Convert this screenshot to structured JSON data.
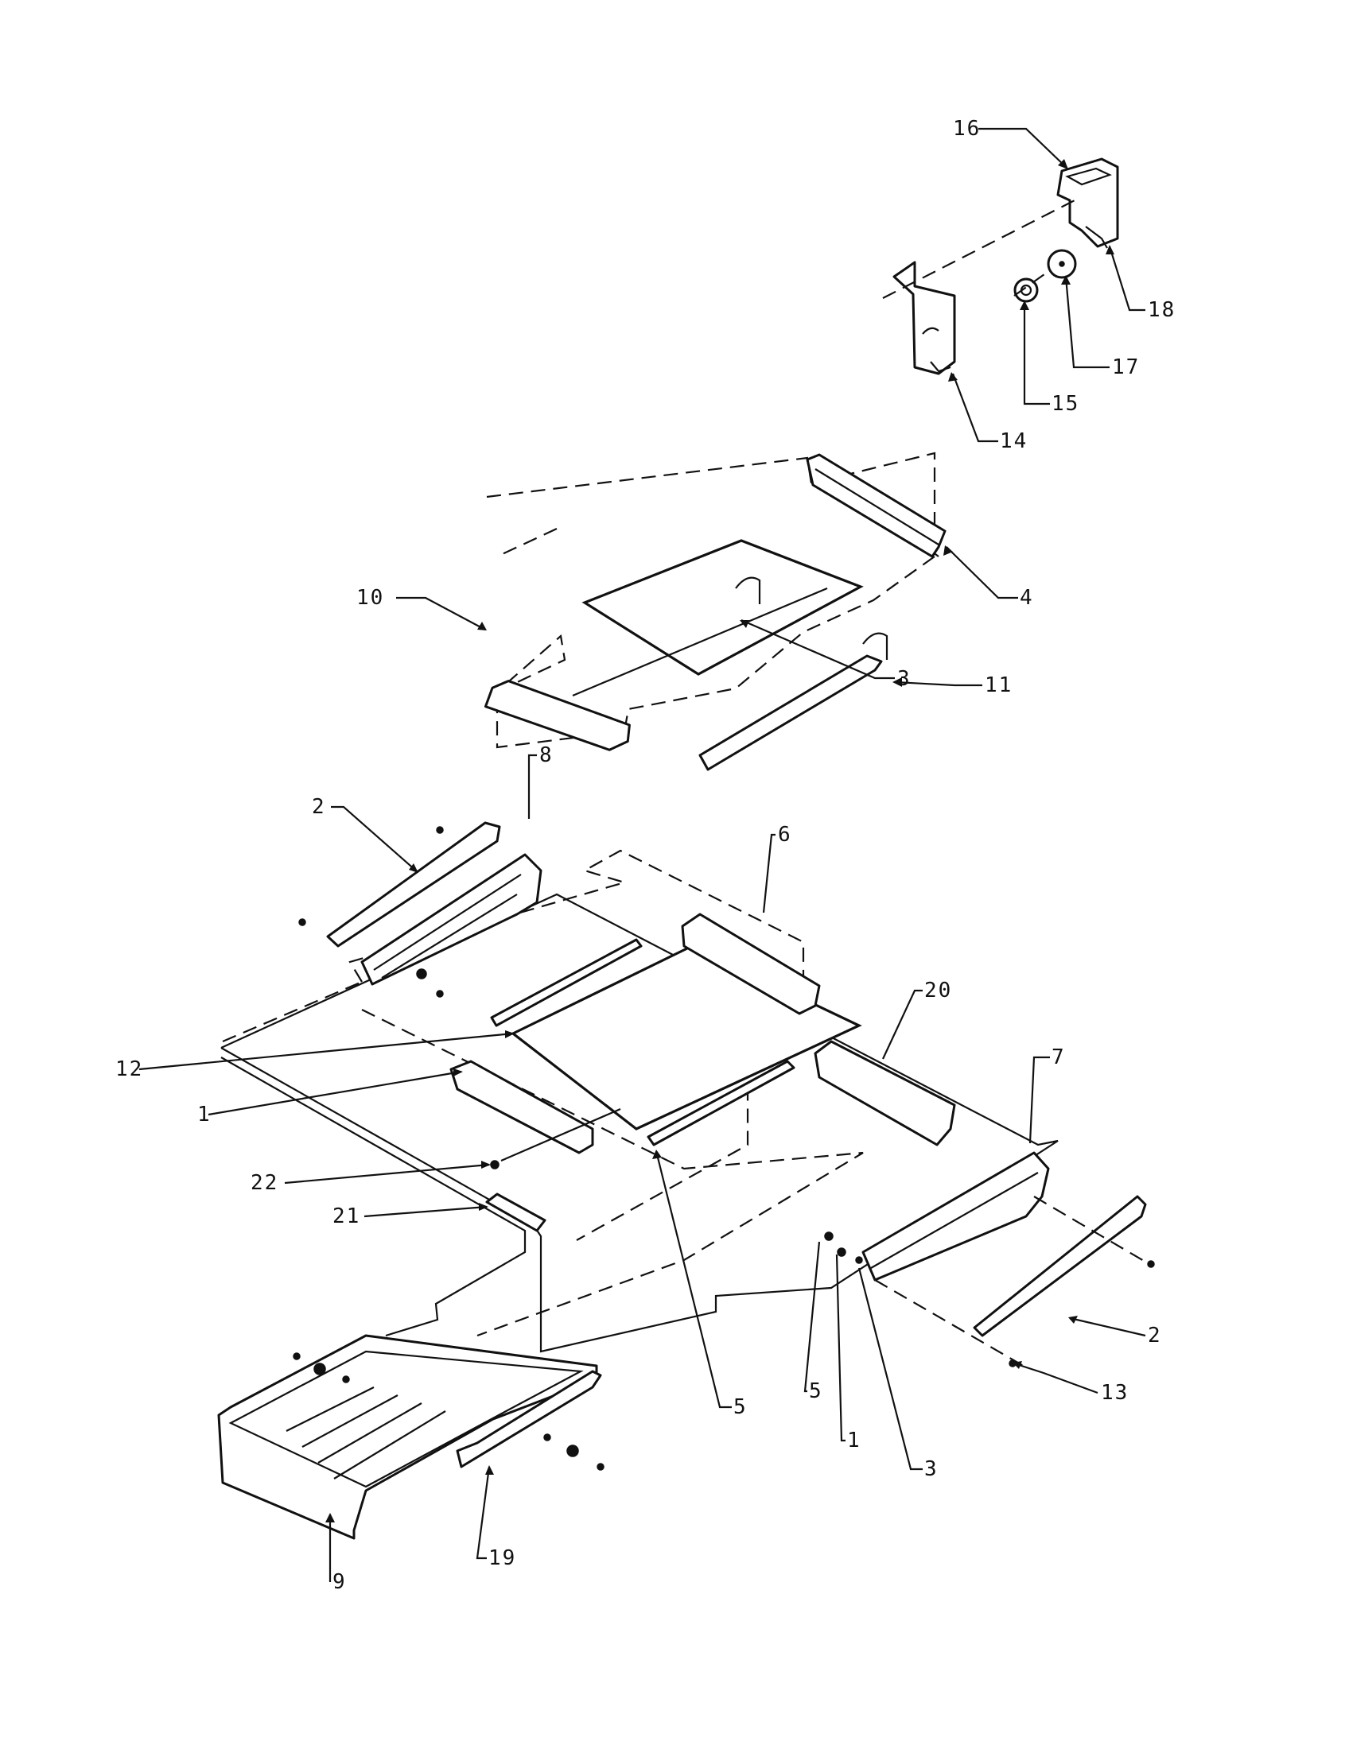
{
  "diagram": {
    "callouts": [
      {
        "id": "c16",
        "label": "16"
      },
      {
        "id": "c18",
        "label": "18"
      },
      {
        "id": "c17",
        "label": "17"
      },
      {
        "id": "c15",
        "label": "15"
      },
      {
        "id": "c14",
        "label": "14"
      },
      {
        "id": "c4",
        "label": "4"
      },
      {
        "id": "c10",
        "label": "10"
      },
      {
        "id": "c11",
        "label": "11"
      },
      {
        "id": "c3top",
        "label": "3"
      },
      {
        "id": "c8",
        "label": "8"
      },
      {
        "id": "c2left",
        "label": "2"
      },
      {
        "id": "c6",
        "label": "6"
      },
      {
        "id": "c20",
        "label": "20"
      },
      {
        "id": "c7",
        "label": "7"
      },
      {
        "id": "c12",
        "label": "12"
      },
      {
        "id": "c1left",
        "label": "1"
      },
      {
        "id": "c22",
        "label": "22"
      },
      {
        "id": "c21",
        "label": "21"
      },
      {
        "id": "c2right",
        "label": "2"
      },
      {
        "id": "c13",
        "label": "13"
      },
      {
        "id": "c5mid",
        "label": "5"
      },
      {
        "id": "c5right",
        "label": "5"
      },
      {
        "id": "c1right",
        "label": "1"
      },
      {
        "id": "c3bottom",
        "label": "3"
      },
      {
        "id": "c19",
        "label": "19"
      },
      {
        "id": "c9",
        "label": "9"
      }
    ]
  }
}
